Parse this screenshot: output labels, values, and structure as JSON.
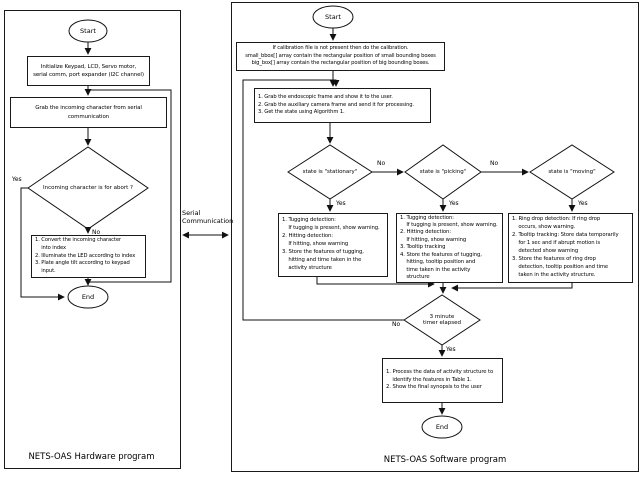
{
  "hardware": {
    "program_label": "NETS-OAS Hardware program",
    "start": "Start",
    "init_box": "Initialize Keypad, LCD, Servo motor,\nserial comm, port expander (I2C channel)",
    "grab_box": "Grab the incoming character from serial communication",
    "abort_diamond": "Incoming character is for abort ?",
    "yes_label": "Yes",
    "no_label": "No",
    "action_box": "1. Convert the incoming character\n    into index\n2. Illuminate the LED according to index\n3. Plate angle tilt according to keypad\n    input.",
    "end": "End"
  },
  "serial_link": {
    "label": "Serial\nCommunication"
  },
  "software": {
    "program_label": "NETS-OAS Software program",
    "start": "Start",
    "calibration_box": "If calibration file is not present then do the calibration.\nsmall_bbox[] array contain the rectangular position of small bounding boxes\nbig_box[] array contain the rectangular position of big bounding boxes.",
    "frame_box": "1. Grab the endoscopic frame and show it to the user.\n2. Grab the auxiliary camera frame and send it for processing.\n3. Get the state using Algorithm 1.",
    "state_stationary": "state is \"stationary\"",
    "state_picking": "state is \"picking\"",
    "state_moving": "state is \"moving\"",
    "no_label": "No",
    "yes_label": "Yes",
    "stationary_actions": "1. Tugging detection:\n    If tugging is present, show warning.\n2. Hitting detection:\n    If hitting, show warning\n3. Store the features of tugging,\n    hitting and time taken in the\n    activity structure",
    "picking_actions": "1. Tugging detection:\n    If tugging is present, show warning.\n2. Hitting detection:\n    If hitting, show warning\n3. Tooltip tracking\n4. Store the features of tugging,\n    hitting, tooltip position and\n    time taken in the activity\n    structure",
    "moving_actions": "1. Ring drop detection: If ring drop\n    occurs, show warning.\n2. Tooltip tracking: Store data temporarily\n    for 1 sec and if abrupt motion is\n    detected show warning\n3. Store the features of ring drop\n    detection, tooltip position and time\n    taken in the activity structure.",
    "timer_diamond": "3 minute\ntimer elapsed",
    "process_box": "1. Process the data of activity structure to\n    identify the features in Table 1.\n2. Show the final synopsis to the user",
    "end": "End"
  }
}
